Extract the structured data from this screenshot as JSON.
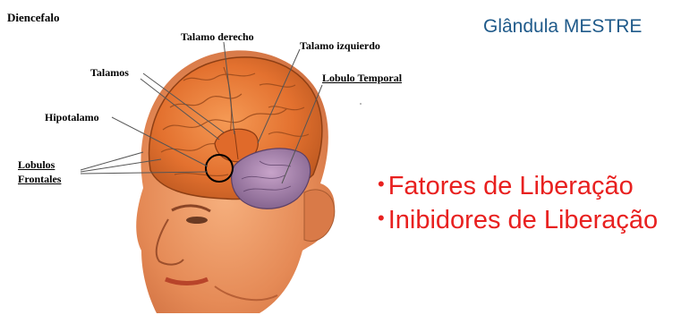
{
  "slide": {
    "title": "Diencefalo",
    "subtitle": "Glândula MESTRE"
  },
  "labels": {
    "talamo_derecho": "Talamo derecho",
    "talamo_izquierdo": "Talamo izquierdo",
    "talamos": "Talamos",
    "lobulo_temporal": "Lobulo Temporal",
    "hipotalamo": "Hipotalamo",
    "lobulos": "Lobulos",
    "frontales": "Frontales"
  },
  "bullets": [
    "Fatores de Liberação",
    "Inibidores de Liberação"
  ],
  "colors": {
    "subtitle": "#1f5a8a",
    "bullets": "#e8201f",
    "skin": "#e78a55",
    "brain": "#e0702e",
    "temporal_lobe": "#9b7aa8"
  },
  "icons": {
    "bullet": "bullet-dot-icon"
  }
}
